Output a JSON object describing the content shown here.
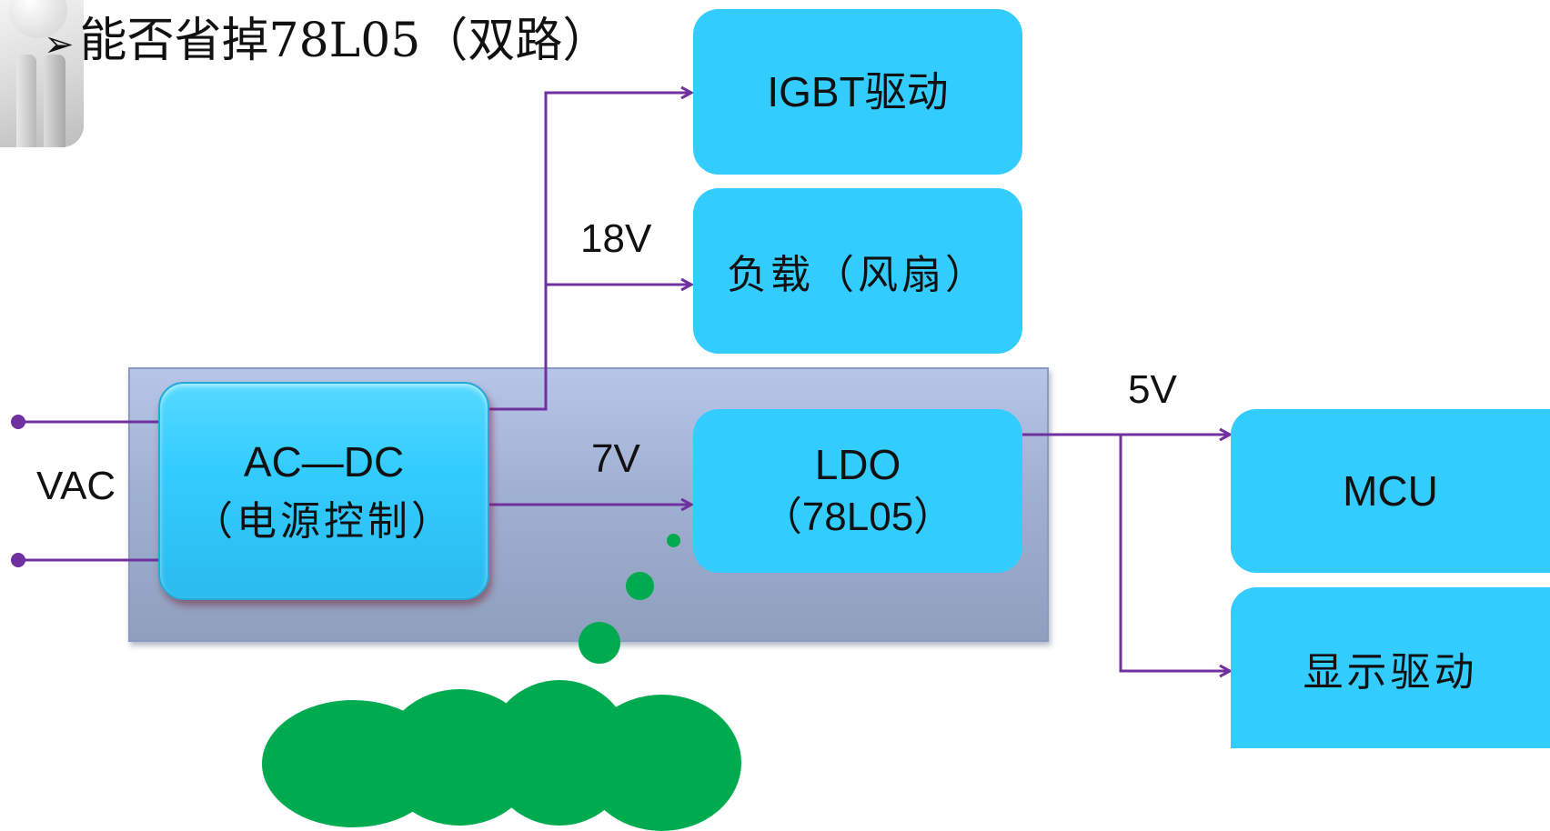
{
  "title": {
    "bullet": "➢",
    "text": "能否省掉78L05（双路）"
  },
  "blocks": {
    "igbt": "IGBT驱动",
    "fan": "负载（风扇）",
    "acdc_line1": "AC—DC",
    "acdc_line2": "（电源控制）",
    "ldo_line1": "LDO",
    "ldo_line2": "（78L05）",
    "mcu": "MCU",
    "display": "显示驱动"
  },
  "labels": {
    "vac": "VAC",
    "v18": "18V",
    "v7": "7V",
    "v5": "5V"
  },
  "colors": {
    "block": "#33ccff",
    "wire": "#7030a0",
    "panel": "#a4b4d8",
    "thought_cloud": "#00aa4e"
  }
}
